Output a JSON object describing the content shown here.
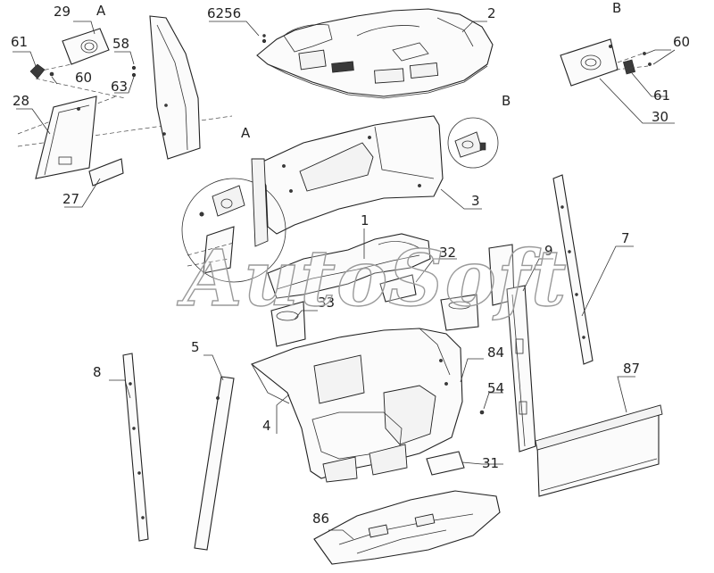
{
  "watermark": "AutoSoft",
  "view_labels": {
    "a_top": "A",
    "a_mid": "A",
    "b_top": "B",
    "b_mid": "B"
  },
  "callouts": {
    "c29": "29",
    "c61a": "61",
    "c58": "58",
    "c60a": "60",
    "c63": "63",
    "c28": "28",
    "c27": "27",
    "c6256": "6256",
    "c2": "2",
    "c60b": "60",
    "c61b": "61",
    "c30": "30",
    "c3": "3",
    "c1": "1",
    "c32": "32",
    "c9": "9",
    "c7": "7",
    "c33": "33",
    "c5": "5",
    "c84": "84",
    "c8": "8",
    "c4": "4",
    "c54": "54",
    "c87": "87",
    "c31": "31",
    "c86": "86"
  }
}
